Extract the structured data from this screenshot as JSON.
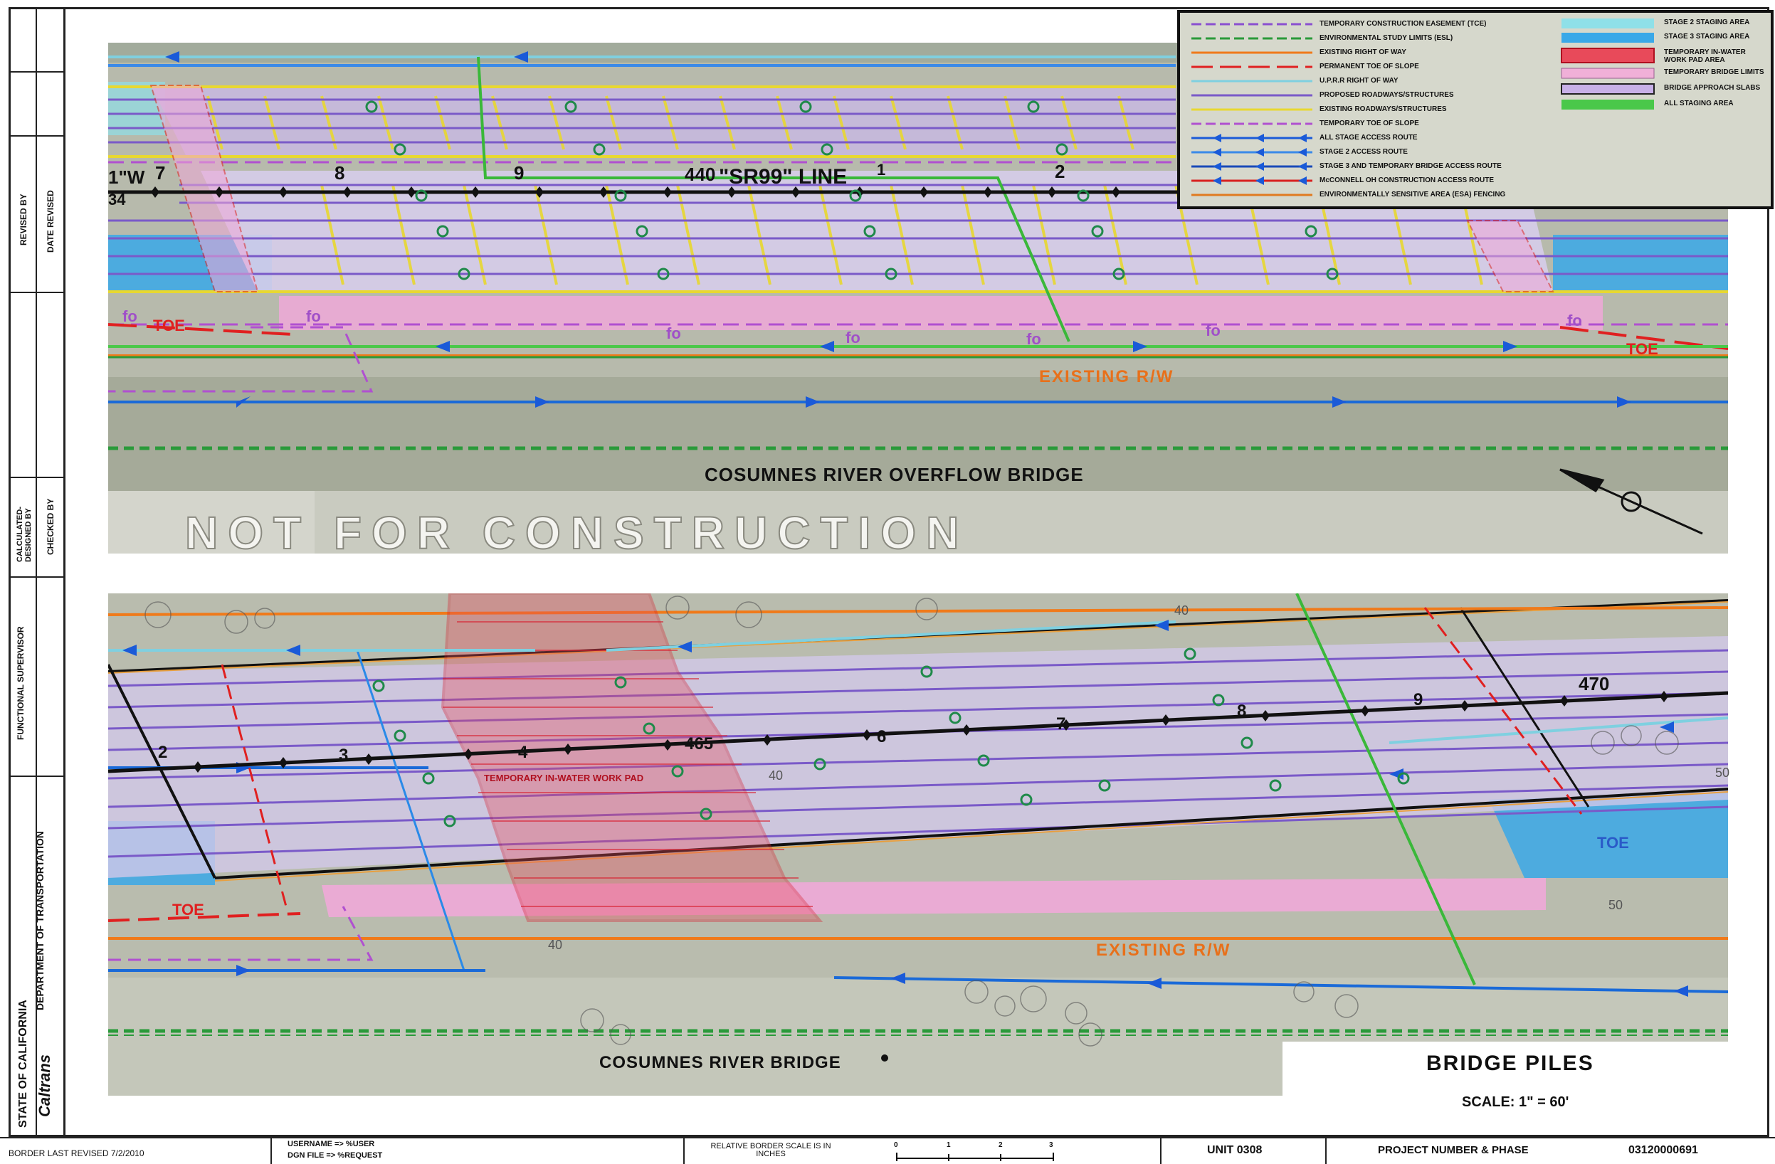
{
  "panels": {
    "top": {
      "bridge_label": "COSUMNES RIVER OVERFLOW BRIDGE",
      "watermark": "NOT FOR CONSTRUCTION",
      "line_label": "\"SR99\" LINE",
      "line_station_prefix": "440",
      "station_labels": [
        "1\"W",
        "7",
        "8",
        "9",
        "1",
        "2"
      ],
      "left_edge_label": "34",
      "toe_label": "TOE",
      "fo_label": "fo",
      "existing_rw": "EXISTING R/W"
    },
    "bottom": {
      "bridge_label": "COSUMNES RIVER BRIDGE",
      "station_labels": [
        "2",
        "3",
        "4",
        "465",
        "6",
        "7",
        "8",
        "9",
        "470"
      ],
      "toe_label": "TOE",
      "existing_rw": "EXISTING R/W",
      "work_pad_label": "TEMPORARY IN-WATER WORK PAD",
      "contour_labels": [
        "40",
        "40",
        "50",
        "50",
        "40"
      ]
    }
  },
  "legend": {
    "left_items": [
      {
        "label": "TEMPORARY CONSTRUCTION EASEMENT (TCE)",
        "color": "#8a4fd0",
        "style": "dashed"
      },
      {
        "label": "ENVIRONMENTAL STUDY LIMITS (ESL)",
        "color": "#2a9a3a",
        "style": "dashed"
      },
      {
        "label": "EXISTING RIGHT OF WAY",
        "color": "#f07a1a",
        "style": "solid"
      },
      {
        "label": "PERMANENT TOE OF SLOPE",
        "color": "#e02020",
        "style": "longdash"
      },
      {
        "label": "U.P.R.R RIGHT OF WAY",
        "color": "#7fd0e0",
        "style": "solid"
      },
      {
        "label": "PROPOSED ROADWAYS/STRUCTURES",
        "color": "#7a5ac8",
        "style": "solid"
      },
      {
        "label": "EXISTING ROADWAYS/STRUCTURES",
        "color": "#e8d830",
        "style": "solid"
      },
      {
        "label": "TEMPORARY TOE OF SLOPE",
        "color": "#b050d0",
        "style": "dashed"
      },
      {
        "label": "ALL STAGE ACCESS ROUTE",
        "color": "#1a5ad8",
        "style": "arrow"
      },
      {
        "label": "STAGE 2 ACCESS ROUTE",
        "color": "#3a8ae8",
        "style": "arrow"
      },
      {
        "label": "STAGE 3 AND TEMPORARY BRIDGE ACCESS ROUTE",
        "color": "#1a4ab8",
        "style": "arrow"
      },
      {
        "label": "McCONNELL OH CONSTRUCTION ACCESS ROUTE",
        "color": "#d82020",
        "style": "arrow"
      },
      {
        "label": "ENVIRONMENTALLY SENSITIVE AREA (ESA) FENCING",
        "color": "#e07a20",
        "style": "solid"
      }
    ],
    "right_items": [
      {
        "label": "STAGE 2 STAGING AREA",
        "color": "#8fe0e8"
      },
      {
        "label": "STAGE 3 STAGING AREA",
        "color": "#3aa8e8"
      },
      {
        "label": "TEMPORARY IN-WATER WORK PAD AREA",
        "color": "#e84a5a"
      },
      {
        "label": "TEMPORARY BRIDGE LIMITS",
        "color": "#f0b0d8"
      },
      {
        "label": "BRIDGE APPROACH SLABS",
        "color": "#c8b0e8"
      },
      {
        "label": "ALL STAGING AREA",
        "color": "#4ac84a"
      }
    ]
  },
  "title_block": {
    "sheet_title": "BRIDGE PILES",
    "scale": "SCALE: 1\" = 60'",
    "unit": "UNIT 0308",
    "project_label": "PROJECT NUMBER & PHASE",
    "project_number": "03120000691",
    "border_revised": "BORDER LAST REVISED 7/2/2010",
    "username": "USERNAME => %USER",
    "dgn_file": "DGN FILE => %REQUEST",
    "relative_scale": "RELATIVE BORDER SCALE IS IN INCHES",
    "scale_ticks": [
      "0",
      "1",
      "2",
      "3"
    ],
    "side_labels": {
      "revised_by": "REVISED BY",
      "date_revised": "DATE REVISED",
      "calculated": "CALCULATED-DESIGNED BY",
      "checked": "CHECKED BY",
      "functional_supervisor": "FUNCTIONAL SUPERVISOR",
      "state": "STATE OF CALIFORNIA",
      "dept": "DEPARTMENT OF TRANSPORTATION",
      "caltrans": "Caltrans"
    }
  },
  "colors": {
    "aerial_bg": "#b9bcae",
    "proposed": "#7a5ac8",
    "row": "#f07a1a",
    "esl": "#2a9a3a",
    "access": "#1a6ad8",
    "toe": "#e02020",
    "pink": "#f0a8d8",
    "staging_blue": "#3aa8e8",
    "workpad": "#d82030"
  }
}
